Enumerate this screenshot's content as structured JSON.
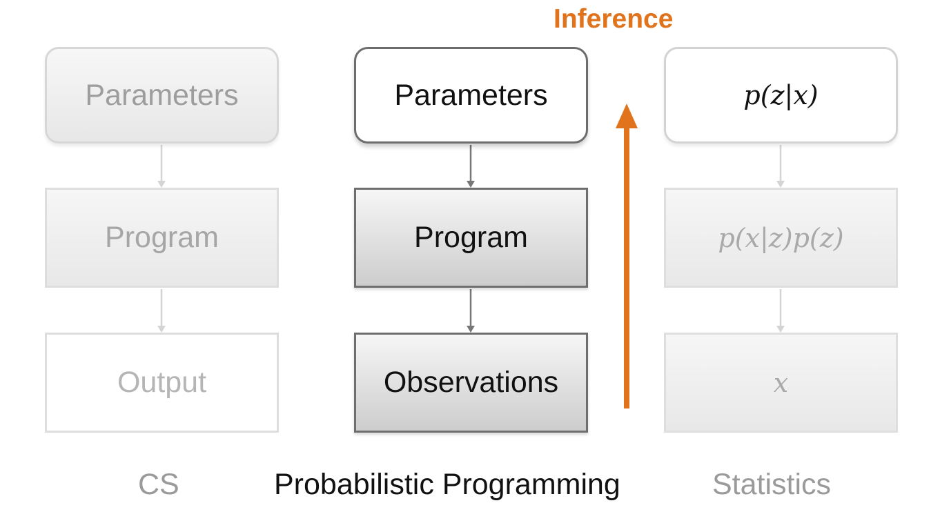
{
  "columns": {
    "cs": {
      "label": "CS",
      "boxes": {
        "parameters": "Parameters",
        "program": "Program",
        "output": "Output"
      }
    },
    "probabilistic_programming": {
      "label": "Probabilistic Programming",
      "boxes": {
        "parameters": "Parameters",
        "program": "Program",
        "observations": "Observations"
      }
    },
    "statistics": {
      "label": "Statistics",
      "boxes": {
        "posterior": "p(z|x)",
        "joint": "p(x|z)p(z)",
        "data": "x"
      }
    }
  },
  "inference": {
    "label": "Inference",
    "color": "#e0731b"
  }
}
